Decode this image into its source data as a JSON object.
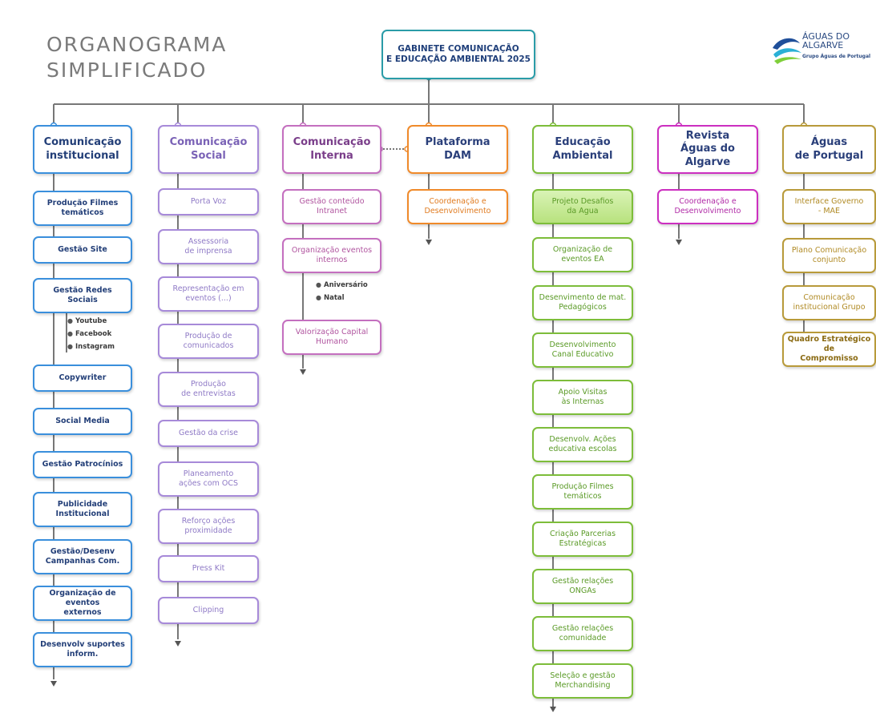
{
  "title": {
    "line1": "ORGANOGRAMA",
    "line2": "SIMPLIFICADO"
  },
  "top_node": "GABINETE COMUNICAÇÃO\nE EDUCAÇÃO AMBIENTAL 2025",
  "logo": {
    "line1": "ÁGUAS DO",
    "line2": "ALGARVE",
    "tagline": "Grupo Águas de Portugal"
  },
  "departments": {
    "comunicacao_institucional": {
      "header": "Comunicação\ninstitucional",
      "items": [
        "Produção Filmes\ntemáticos",
        "Gestão Site",
        "Gestão Redes\nSociais",
        "Copywriter",
        "Social Media",
        "Gestão Patrocínios",
        "Publicidade\nInstitucional",
        "Gestão/Desenv\nCampanhas Com.",
        "Organização de eventos\nexternos",
        "Desenvolv suportes\ninform."
      ],
      "social_networks": [
        "Youtube",
        "Facebook",
        "Instagram"
      ]
    },
    "comunicacao_social": {
      "header": "Comunicação\nSocial",
      "items": [
        "Porta Voz",
        "Assessoria\nde imprensa",
        "Representação em\neventos (...)",
        "Produção de\ncomunicados",
        "Produção\nde entrevistas",
        "Gestão da crise",
        "Planeamento\nações com OCS",
        "Reforço ações\nproximidade",
        "Press Kit",
        "Clipping"
      ]
    },
    "comunicacao_interna": {
      "header": "Comunicação\nInterna",
      "items": [
        "Gestão conteúdo\nIntranet",
        "Organização eventos\ninternos",
        "Valorização Capital\nHumano"
      ],
      "events": [
        "Aniversário",
        "Natal"
      ]
    },
    "plataforma_dam": {
      "header": "Plataforma\nDAM",
      "items": [
        "Coordenação e\nDesenvolvimento"
      ]
    },
    "educacao_ambiental": {
      "header": "Educação\nAmbiental",
      "items": [
        "Projeto Desafios\nda Agua",
        "Organização de\neventos EA",
        "Desenvimento de mat.\nPedagógicos",
        "Desenvolvimento\nCanal Educativo",
        "Apoio Visitas\nàs Internas",
        "Desenvolv. Ações\neducativa escolas",
        "Produção Filmes\ntemáticos",
        "Criação Parcerias\nEstratégicas",
        "Gestão relações\nONGAs",
        "Gestão relações\ncomunidade",
        "Seleção e gestão\nMerchandising"
      ]
    },
    "revista": {
      "header": "Revista\nÁguas do Algarve",
      "items": [
        "Coordenação e\nDesenvolvimento"
      ]
    },
    "aguas_de_portugal": {
      "header": "Águas\nde Portugal",
      "items": [
        "Interface Governo\n- MAE",
        "Plano Comunicação\nconjunto",
        "Comunicação\ninstitucional Grupo",
        "Quadro Estratégico de\nCompromisso"
      ]
    }
  },
  "colors": {
    "comunicacao_institucional": "#3a8fdc",
    "comunicacao_social": "#a78ad9",
    "comunicacao_interna": "#c46fbf",
    "plataforma_dam": "#f08a2a",
    "educacao_ambiental": "#7dbd3a",
    "revista": "#cc2fc0",
    "aguas_de_portugal": "#b89a3a",
    "top_node": "#2a9ca8",
    "connector": "#777777"
  }
}
